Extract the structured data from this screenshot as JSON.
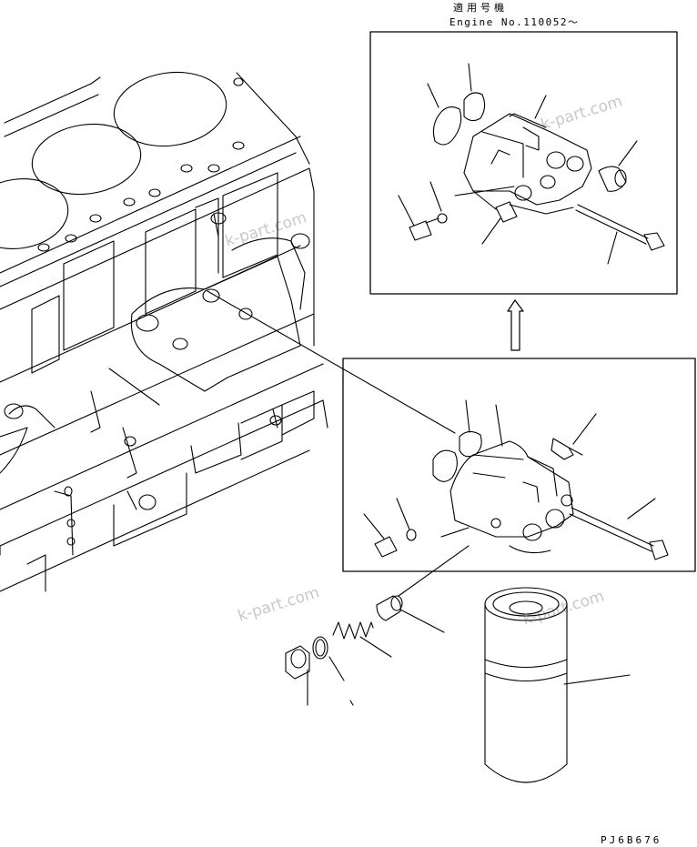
{
  "header": {
    "applicability_ja": "適用号機",
    "engine_serial": "Engine No.110052～"
  },
  "footer": {
    "figure_code": "PJ6B676"
  },
  "watermark": {
    "text": "k-part.com"
  },
  "colors": {
    "line": "#000000",
    "background": "#ffffff",
    "watermark": "#c8c8c8"
  }
}
